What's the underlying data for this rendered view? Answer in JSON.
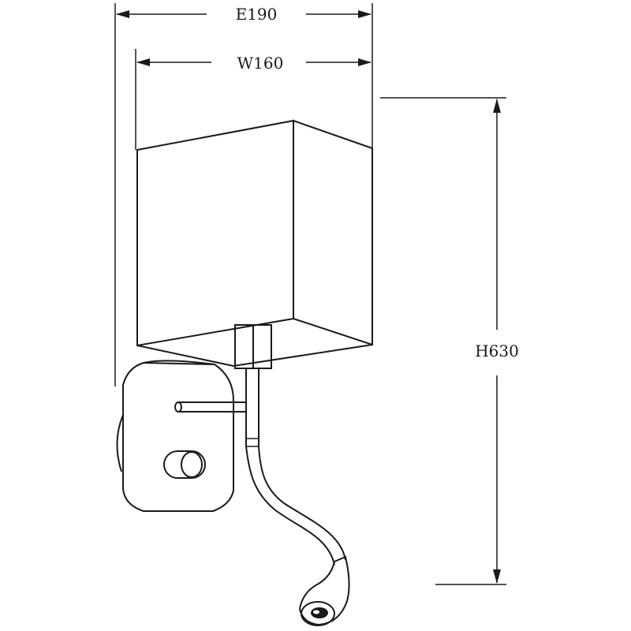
{
  "dimensions": {
    "overall_depth": "E190",
    "shade_width": "W160",
    "height": "H630"
  },
  "colors": {
    "line": "#1a1a1a",
    "background": "#ffffff"
  }
}
